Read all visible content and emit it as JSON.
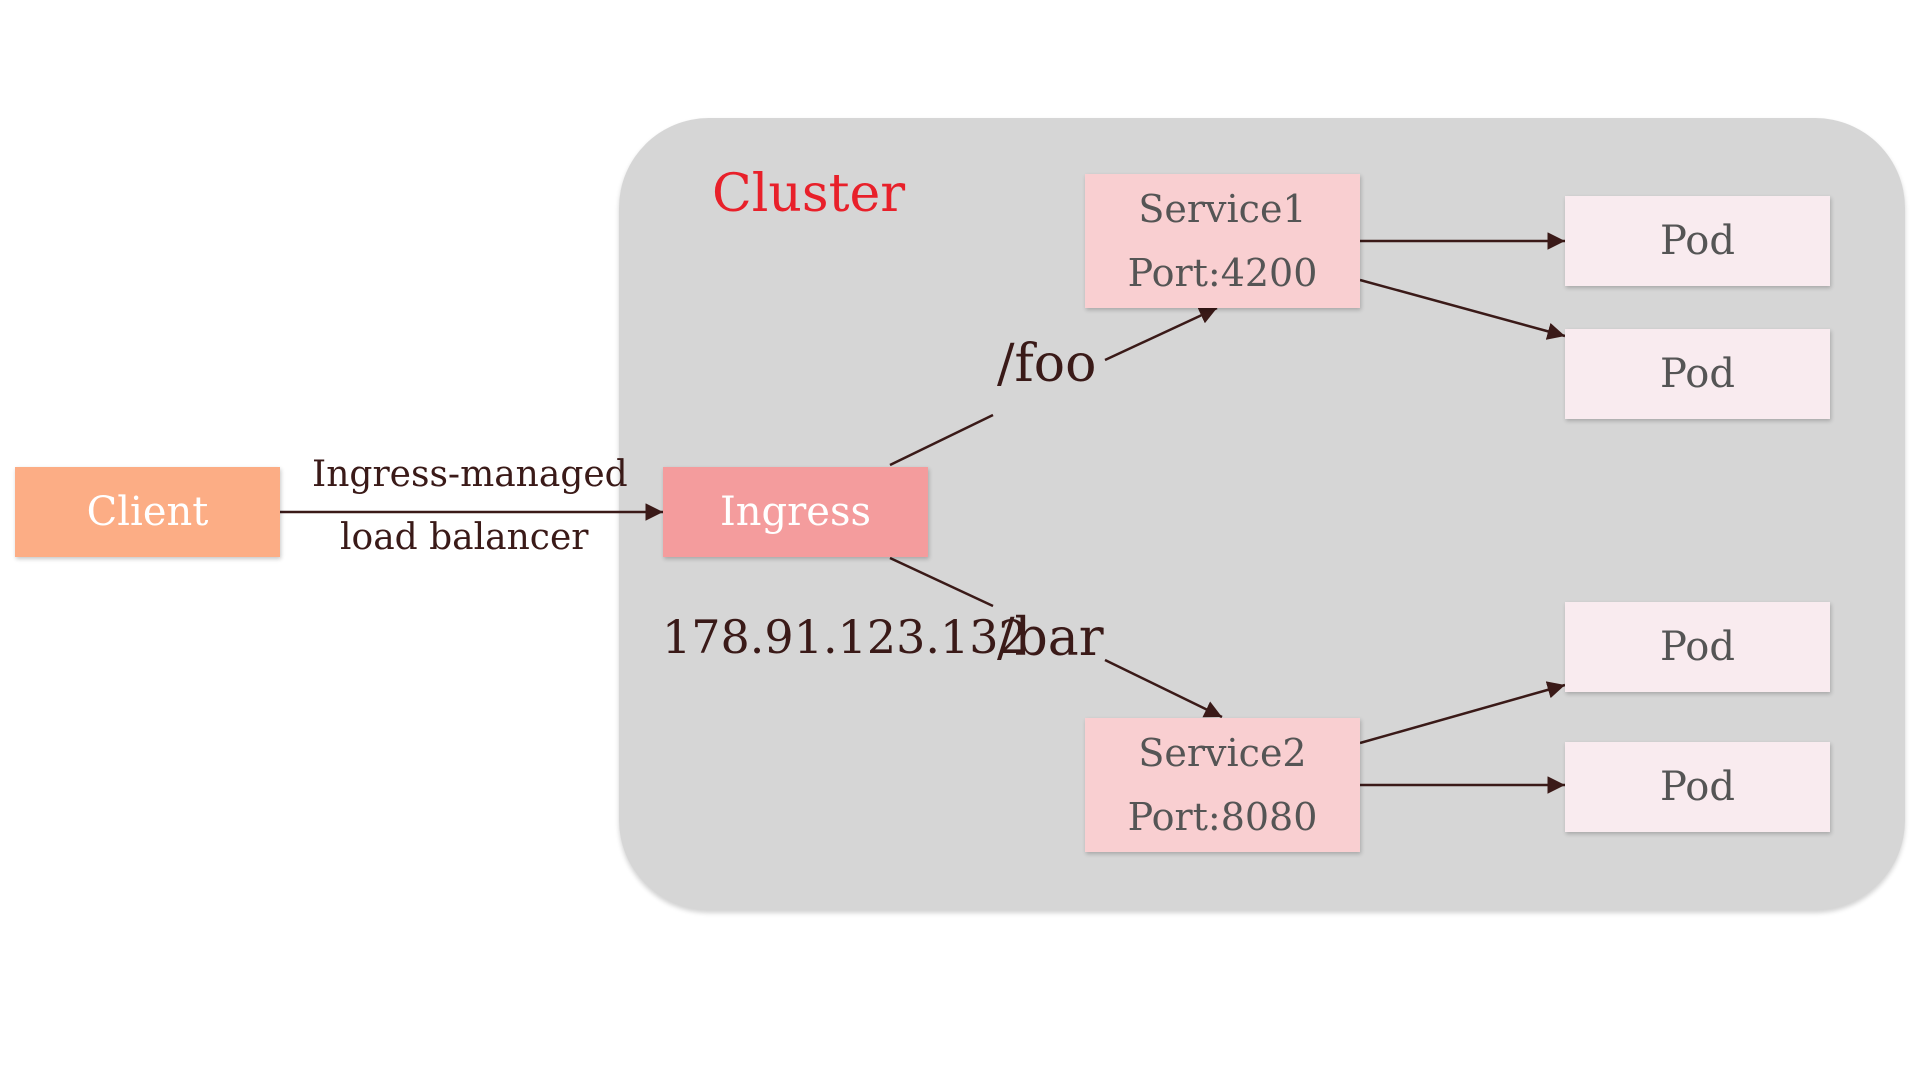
{
  "cluster": {
    "title": "Cluster",
    "background_color": "#d6d6d6",
    "title_color": "#e8202a"
  },
  "client": {
    "label": "Client",
    "color": "#fcad85"
  },
  "ingress": {
    "label": "Ingress",
    "color": "#f49c9d",
    "ip": "178.91.123.132"
  },
  "load_balancer": {
    "line1": "Ingress-managed",
    "line2": "load balancer"
  },
  "routes": {
    "foo": "/foo",
    "bar": "/bar"
  },
  "services": [
    {
      "name": "Service1",
      "port": "Port:4200"
    },
    {
      "name": "Service2",
      "port": "Port:8080"
    }
  ],
  "pods": [
    {
      "label": "Pod"
    },
    {
      "label": "Pod"
    },
    {
      "label": "Pod"
    },
    {
      "label": "Pod"
    }
  ],
  "arrow_color": "#3a1a18"
}
